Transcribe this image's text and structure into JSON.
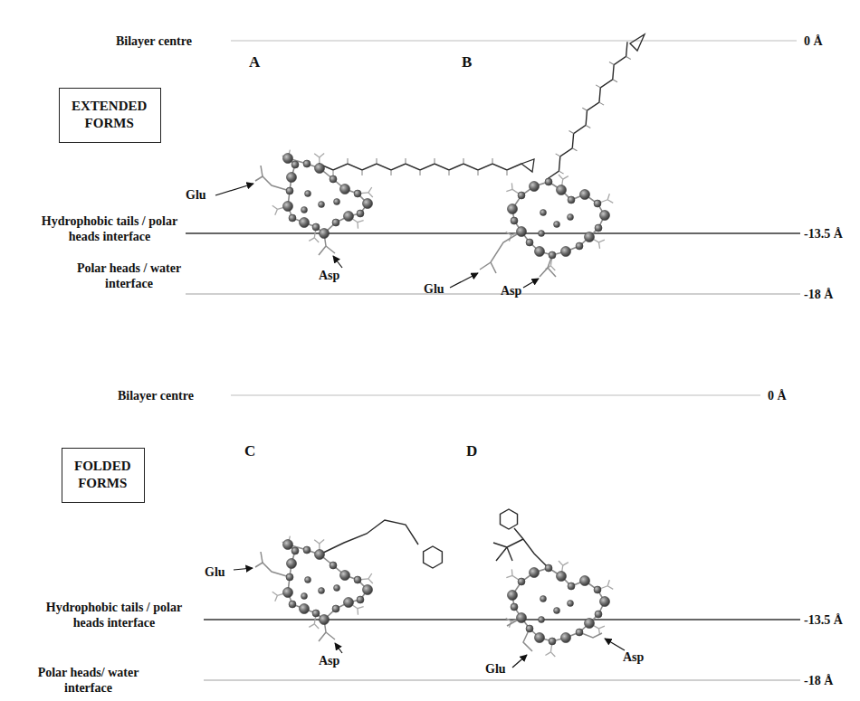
{
  "diagram": {
    "nodes": [
      {
        "text": [
          "EXTENDED FORMS"
        ]
      },
      {
        "text": [
          "FOLDED FORMS"
        ]
      }
    ],
    "labels": [
      "Bilayer centre",
      "0 Å",
      "A",
      "B",
      "Glu",
      "Hydrophobic tails / polar heads interface",
      "-13.5 Å",
      "Polar heads / water interface",
      "Asp",
      "Glu",
      "Asp",
      "-18 Å",
      "Bilayer centre",
      "0 Å",
      "C",
      "D",
      "Glu",
      "Hydrophobic tails / polar heads interface",
      "-13.5 Å",
      "Asp",
      "Glu",
      "Asp",
      "Polar heads/ water interface",
      "-18 Å"
    ]
  }
}
